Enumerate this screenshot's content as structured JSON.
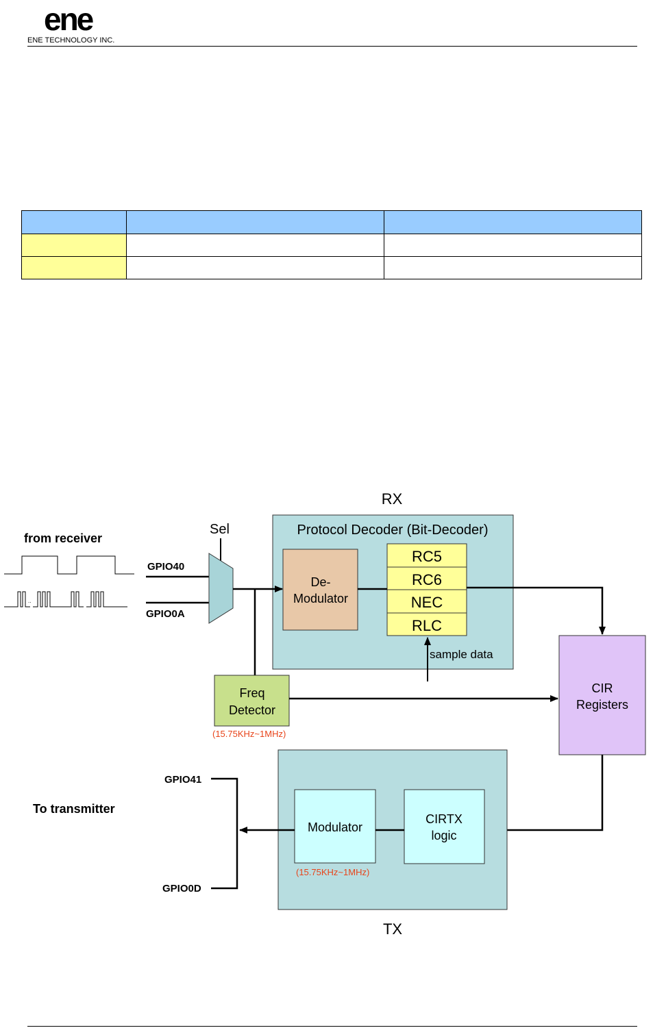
{
  "header": {
    "logo_text": "ene",
    "company": "ENE TECHNOLOGY INC."
  },
  "table": {
    "columns": [
      "",
      "",
      ""
    ],
    "rows": [
      [
        "",
        "",
        ""
      ],
      [
        "",
        "",
        ""
      ]
    ]
  },
  "diagram": {
    "rx_label": "RX",
    "tx_label": "TX",
    "from_receiver": "from receiver",
    "to_transmitter": "To transmitter",
    "sel": "Sel",
    "gpio40": "GPIO40",
    "gpio0a": "GPIO0A",
    "gpio41": "GPIO41",
    "gpio0d": "GPIO0D",
    "protocol_decoder": "Protocol Decoder (Bit-Decoder)",
    "demod_line1": "De-",
    "demod_line2": "Modulator",
    "protocols": [
      "RC5",
      "RC6",
      "NEC",
      "RLC"
    ],
    "sample_data": "sample data",
    "freq_line1": "Freq",
    "freq_line2": "Detector",
    "freq_range": "(15.75KHz~1MHz)",
    "cir_line1": "CIR",
    "cir_line2": "Registers",
    "modulator": "Modulator",
    "mod_range": "(15.75KHz~1MHz)",
    "cirtx_line1": "CIRTX",
    "cirtx_line2": "logic",
    "colors": {
      "rx_box": "#b7dde0",
      "demod_box": "#e8c8a8",
      "protocol_box": "#ffff99",
      "freq_box": "#c8e08c",
      "cir_box": "#e0c4f8",
      "tx_box": "#b7dde0",
      "mod_box": "#ccffff",
      "mux": "#a8d4d8",
      "range_text": "#e8441a"
    }
  }
}
